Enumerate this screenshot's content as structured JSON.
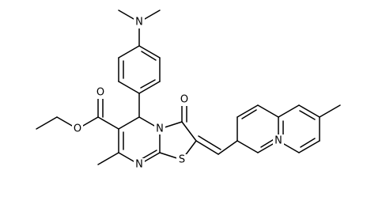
{
  "structure": {
    "atoms": {
      "N_dimethylamino": "N",
      "O_ester_carbonyl": "O",
      "O_ester_ether": "O",
      "N_ring_bridge": "N",
      "N_ring_pyrimidine": "N",
      "O_ketone": "O",
      "S_thiazole": "S",
      "N_quinoline": "N"
    }
  }
}
